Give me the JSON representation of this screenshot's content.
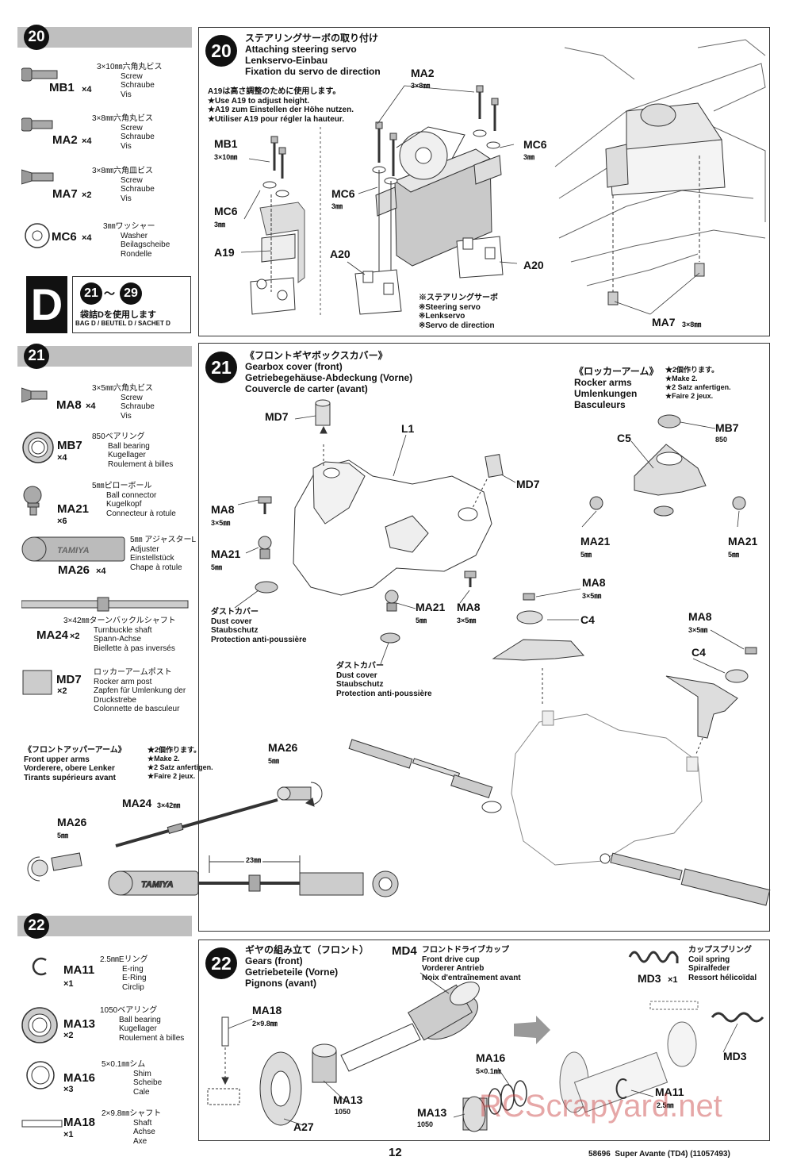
{
  "left_col": {
    "step20": {
      "num": "20",
      "parts": [
        {
          "code": "MB1",
          "qty": "×4",
          "size": "3×10㎜六角丸ビス",
          "en": "Screw",
          "de": "Schraube",
          "fr": "Vis"
        },
        {
          "code": "MA2",
          "qty": "×4",
          "size": "3×8㎜六角丸ビス",
          "en": "Screw",
          "de": "Schraube",
          "fr": "Vis"
        },
        {
          "code": "MA7",
          "qty": "×2",
          "size": "3×8㎜六角皿ビス",
          "en": "Screw",
          "de": "Schraube",
          "fr": "Vis"
        },
        {
          "code": "MC6",
          "qty": "×4",
          "size": "3㎜ワッシャー",
          "en": "Washer",
          "de": "Beilagscheibe",
          "fr": "Rondelle"
        }
      ]
    },
    "bag": {
      "letter": "D",
      "range_from": "21",
      "tilde": "～",
      "range_to": "29",
      "jp": "袋詰Dを使用します",
      "multi": "BAG D / BEUTEL D / SACHET D"
    },
    "step21": {
      "num": "21",
      "parts": [
        {
          "code": "MA8",
          "qty": "×4",
          "size": "3×5㎜六角丸ビス",
          "en": "Screw",
          "de": "Schraube",
          "fr": "Vis"
        },
        {
          "code": "MB7",
          "qty": "×4",
          "size": "850ベアリング",
          "en": "Ball bearing",
          "de": "Kugellager",
          "fr": "Roulement à billes"
        },
        {
          "code": "MA21",
          "qty": "×6",
          "size": "5㎜ピローボール",
          "en": "Ball connector",
          "de": "Kugelkopf",
          "fr": "Connecteur à rotule"
        },
        {
          "code": "MA26",
          "qty": "×4",
          "size": "5㎜ アジャスターL",
          "en": "Adjuster",
          "de": "Einstellstück",
          "fr": "Chape à rotule"
        },
        {
          "code": "MA24",
          "qty": "×2",
          "size": "3×42㎜ターンバックルシャフト",
          "en": "Turnbuckle shaft",
          "de": "Spann-Achse",
          "fr": "Biellette à pas inversés"
        },
        {
          "code": "MD7",
          "qty": "×2",
          "size": "ロッカーアームポスト",
          "en": "Rocker arm post",
          "de": "Zapfen für Umlenkung der Druckstrebe",
          "fr": "Colonnette de basculeur"
        }
      ]
    },
    "step22": {
      "num": "22",
      "parts": [
        {
          "code": "MA11",
          "qty": "×1",
          "size": "2.5㎜Eリング",
          "en": "E-ring",
          "de": "E-Ring",
          "fr": "Circlip"
        },
        {
          "code": "MA13",
          "qty": "×2",
          "size": "1050ベアリング",
          "en": "Ball bearing",
          "de": "Kugellager",
          "fr": "Roulement à billes"
        },
        {
          "code": "MA16",
          "qty": "×3",
          "size": "5×0.1㎜シム",
          "en": "Shim",
          "de": "Scheibe",
          "fr": "Cale"
        },
        {
          "code": "MA18",
          "qty": "×1",
          "size": "2×9.8㎜シャフト",
          "en": "Shaft",
          "de": "Achse",
          "fr": "Axe"
        }
      ]
    }
  },
  "panel20": {
    "num": "20",
    "title_jp": "ステアリングサーボの取り付け",
    "title_en": "Attaching steering servo",
    "title_de": "Lenkservo-Einbau",
    "title_fr": "Fixation du servo de direction",
    "notes": [
      "A19は高さ調整のために使用します。",
      "★Use A19 to adjust height.",
      "★A19 zum Einstellen der Höhe nutzen.",
      "★Utiliser A19 pour régler la hauteur."
    ],
    "labels": {
      "mb1": "MB1",
      "mb1_size": "3×10㎜",
      "mc6a": "MC6",
      "mc6a_size": "3㎜",
      "a19": "A19",
      "ma2": "MA2",
      "ma2_size": "3×8㎜",
      "mc6b": "MC6",
      "mc6b_size": "3㎜",
      "mc6c": "MC6",
      "mc6c_size": "3㎜",
      "a20a": "A20",
      "a20b": "A20",
      "ma7": "MA7",
      "ma7_size": "3×8㎜"
    },
    "servo_note": [
      "※ステアリングサーボ",
      "※Steering servo",
      "※Lenkservo",
      "※Servo de direction"
    ]
  },
  "panel21": {
    "num": "21",
    "title_jp": "《フロントギヤボックスカバー》",
    "title_en": "Gearbox cover (front)",
    "title_de": "Getriebegehäuse-Abdeckung (Vorne)",
    "title_fr": "Couvercle de carter (avant)",
    "rocker_jp": "《ロッカーアーム》",
    "rocker_en": "Rocker arms",
    "rocker_de": "Umlenkungen",
    "rocker_fr": "Basculeurs",
    "make2": [
      "★2個作ります。",
      "★Make 2.",
      "★2 Satz anfertigen.",
      "★Faire 2 jeux."
    ],
    "labels": {
      "md7a": "MD7",
      "l1": "L1",
      "md7b": "MD7",
      "ma8a": "MA8",
      "ma8a_size": "3×5㎜",
      "ma21a": "MA21",
      "ma21a_size": "5㎜",
      "ma21b": "MA21",
      "ma21b_size": "5㎜",
      "ma8b": "MA8",
      "ma8b_size": "3×5㎜",
      "c5": "C5",
      "mb7": "MB7",
      "mb7_size": "850",
      "ma21c": "MA21",
      "ma21c_size": "5㎜",
      "ma21d": "MA21",
      "ma21d_size": "5㎜",
      "ma8c": "MA8",
      "ma8c_size": "3×5㎜",
      "c4a": "C4",
      "ma8d": "MA8",
      "ma8d_size": "3×5㎜",
      "c4b": "C4",
      "ma26a": "MA26",
      "ma26a_size": "5㎜",
      "ma24": "MA24",
      "ma24_size": "3×42㎜",
      "ma26b": "MA26",
      "ma26b_size": "5㎜",
      "dim": "23㎜"
    },
    "dust1": [
      "ダストカバー",
      "Dust cover",
      "Staubschutz",
      "Protection anti-poussière"
    ],
    "dust2": [
      "ダストカバー",
      "Dust cover",
      "Staubschutz",
      "Protection anti-poussière"
    ],
    "upper_jp": "《フロントアッパーアーム》",
    "upper_en": "Front upper arms",
    "upper_de": "Vorderere, obere Lenker",
    "upper_fr": "Tirants supérieurs avant",
    "upper_make2": [
      "★2個作ります。",
      "★Make 2.",
      "★2 Satz anfertigen.",
      "★Faire 2 jeux."
    ],
    "brand": "TAMIYA"
  },
  "panel22": {
    "num": "22",
    "title_jp": "ギヤの組み立て（フロント）",
    "title_en": "Gears (front)",
    "title_de": "Getriebeteile (Vorne)",
    "title_fr": "Pignons (avant)",
    "md4_jp": "フロントドライブカップ",
    "md4_en": "Front drive cup",
    "md4_de": "Vorderer Antrieb",
    "md4_fr": "Noix d'entraînement avant",
    "md3_jp": "カップスプリング",
    "md3_en": "Coil spring",
    "md3_de": "Spiralfeder",
    "md3_fr": "Ressort hélicoïdal",
    "labels": {
      "md4": "MD4",
      "md3": "MD3",
      "md3_qty": "×1",
      "md3b": "MD3",
      "ma18": "MA18",
      "ma18_size": "2×9.8㎜",
      "ma13a": "MA13",
      "ma13a_size": "1050",
      "a27": "A27",
      "ma16": "MA16",
      "ma16_size": "5×0.1㎜",
      "ma13b": "MA13",
      "ma13b_size": "1050",
      "ma11": "MA11",
      "ma11_size": "2.5㎜"
    }
  },
  "footer": {
    "page": "12",
    "model": "58696  Super Avante (TD4) (11057493)",
    "watermark": "RCScrapyard.net"
  }
}
